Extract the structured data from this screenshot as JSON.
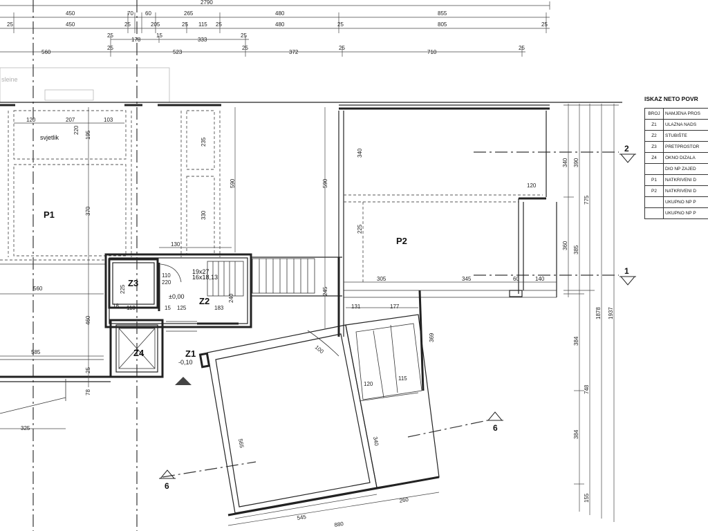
{
  "rooms": {
    "p1": "P1",
    "p2": "P2",
    "z1": "Z1",
    "z2": "Z2",
    "z3": "Z3",
    "z4": "Z4",
    "svjetlik": "svjetlik"
  },
  "levels": {
    "plus": "±0,00",
    "minus": "-0,10"
  },
  "stair_note": "19x27\n16x18,13",
  "sections": {
    "s1": "1",
    "s2": "2",
    "s6a": "6",
    "s6b": "6"
  },
  "top_dims": {
    "row0": [
      "2790"
    ],
    "row1": [
      "450",
      "70",
      "60",
      "265",
      "480",
      "855"
    ],
    "row2": [
      "25",
      "450",
      "25",
      "205",
      "25",
      "115",
      "25",
      "480",
      "25",
      "805",
      "25"
    ],
    "row3": [
      "25",
      "178",
      "15",
      "333",
      "25"
    ],
    "row4": [
      "560",
      "25",
      "523",
      "25",
      "372",
      "25",
      "710",
      "25"
    ]
  },
  "inner_dims": {
    "d120": "120",
    "d207": "207",
    "d103": "103",
    "d220": "220",
    "d195": "195",
    "d370": "370",
    "d560": "560",
    "d585": "585",
    "d460": "460",
    "d25a": "25",
    "d78": "78",
    "d325": "325",
    "d130": "130",
    "d225": "225",
    "d118": "118",
    "d110": "110",
    "d220b": "220",
    "d125": "125",
    "d183": "183",
    "d240": "240",
    "d15": "15",
    "d18": "18",
    "d235": "235",
    "d590a": "590",
    "d330": "330",
    "d590b": "590",
    "d340": "340",
    "d225b": "225",
    "d120b": "120",
    "d305": "305",
    "d345": "345",
    "d60": "60",
    "d140": "140",
    "d245": "245",
    "d131": "131",
    "d177": "177",
    "d369": "369",
    "d120c": "120",
    "d115": "115",
    "d100": "100",
    "d545": "545",
    "d880": "880",
    "d260": "260",
    "d565": "565",
    "d340b": "340"
  },
  "right_dims": [
    "340",
    "390",
    "775",
    "360",
    "385",
    "1878",
    "1937",
    "384",
    "748",
    "384",
    "155"
  ],
  "legend": {
    "title": "ISKAZ NETO POVR",
    "rows": [
      [
        "BROJ",
        "NAMJENA PROS"
      ],
      [
        "Z1",
        "ULAZNA NADS"
      ],
      [
        "Z2",
        "STUBIŠTE"
      ],
      [
        "Z3",
        "PRETPROSTOR"
      ],
      [
        "Z4",
        "OKNO DIZALA"
      ],
      [
        "",
        "DIO NP ZAJED"
      ],
      [
        "P1",
        "NATKRIVENI D"
      ],
      [
        "P2",
        "NATKRIVENI D"
      ],
      [
        "",
        "UKUPNO NP P"
      ],
      [
        "",
        "UKUPNO NP P"
      ]
    ]
  },
  "faint_text": "sleine"
}
